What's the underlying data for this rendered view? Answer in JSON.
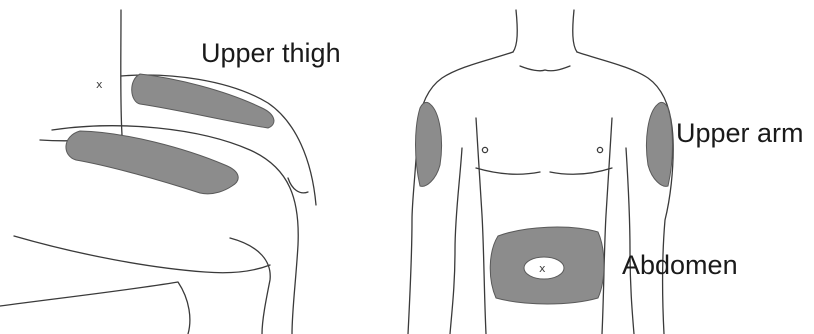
{
  "labels": {
    "upper_thigh": "Upper thigh",
    "upper_arm": "Upper arm",
    "abdomen": "Abdomen"
  },
  "markers": {
    "thigh_marker": "x",
    "navel_marker": "x"
  },
  "colors": {
    "injection_site": "#8c8c8c",
    "outline": "#3a3a3a",
    "background": "#ffffff"
  }
}
